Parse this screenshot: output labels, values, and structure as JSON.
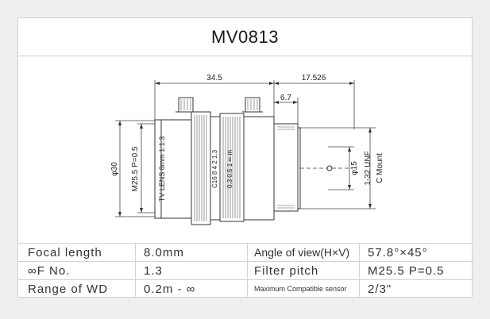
{
  "title": "MV0813",
  "drawing": {
    "dims": {
      "top_left": "34.5",
      "top_right": "17.526",
      "inner": "6.7",
      "diameter_outer": "φ30",
      "mount_thread": "M25.5  P=0.5",
      "filter_diameter": "φ15",
      "mount_spec": "1-32 UNF",
      "mount_type": "C Mount"
    },
    "lens_text": {
      "name": "TV LENS 8mm 1:1.3",
      "aperture_scale": "C16 8 4 2 1.3",
      "distance_scale": "0.3 0.5 1 ∞ m"
    }
  },
  "specs": [
    {
      "label": "Focal length",
      "value": "8.0mm",
      "label2": "Angle of view(H×V)",
      "value2": "57.8°×45°"
    },
    {
      "label": "∞F No.",
      "value": "1.3",
      "label2": "Filter pitch",
      "value2": "M25.5 P=0.5"
    },
    {
      "label": "Range of WD",
      "value": "0.2m - ∞",
      "label2": "Maximum Compatible sensor",
      "value2": "2/3\""
    }
  ]
}
